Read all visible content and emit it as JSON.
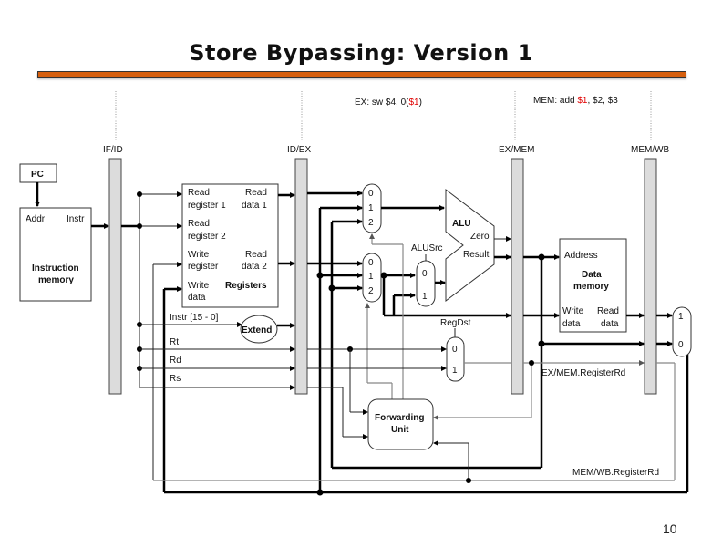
{
  "slide": {
    "title": "Store Bypassing: Version 1",
    "page_number": "10",
    "accent_color": "#d65f0e"
  },
  "annotations": {
    "ex_prefix": "EX: sw $4, 0(",
    "ex_reg": "$1",
    "ex_suffix": ")",
    "mem_prefix": "MEM: add ",
    "mem_reg": "$1",
    "mem_suffix": ", $2, $3",
    "highlight_color": "#e00000"
  },
  "pipeline_registers": {
    "if_id": "IF/ID",
    "id_ex": "ID/EX",
    "ex_mem": "EX/MEM",
    "mem_wb": "MEM/WB"
  },
  "pc": {
    "label": "PC"
  },
  "instruction_memory": {
    "addr": "Addr",
    "instr": "Instr",
    "name_line1": "Instruction",
    "name_line2": "memory"
  },
  "registers": {
    "read_reg1_a": "Read",
    "read_reg1_b": "register 1",
    "read_data1_a": "Read",
    "read_data1_b": "data 1",
    "read_reg2_a": "Read",
    "read_reg2_b": "register 2",
    "write_reg_a": "Write",
    "write_reg_b": "register",
    "read_data2_a": "Read",
    "read_data2_b": "data 2",
    "write_data_a": "Write",
    "write_data_b": "data",
    "name": "Registers"
  },
  "signals": {
    "instr_15_0": "Instr [15 - 0]",
    "rt": "Rt",
    "rd": "Rd",
    "rs": "Rs",
    "extend": "Extend",
    "alusrc": "ALUSrc",
    "regdst": "RegDst",
    "ex_mem_rd": "EX/MEM.RegisterRd",
    "mem_wb_rd": "MEM/WB.RegisterRd"
  },
  "muxes": {
    "fwd_a": [
      "0",
      "1",
      "2"
    ],
    "fwd_b": [
      "0",
      "1",
      "2"
    ],
    "alusrc": [
      "0",
      "1"
    ],
    "regdst": [
      "0",
      "1"
    ],
    "wb": [
      "1",
      "0"
    ]
  },
  "alu": {
    "name": "ALU",
    "zero": "Zero",
    "result": "Result"
  },
  "data_memory": {
    "address": "Address",
    "name_line1": "Data",
    "name_line2": "memory",
    "write_a": "Write",
    "write_b": "data",
    "read_a": "Read",
    "read_b": "data"
  },
  "forwarding_unit": {
    "line1": "Forwarding",
    "line2": "Unit"
  }
}
